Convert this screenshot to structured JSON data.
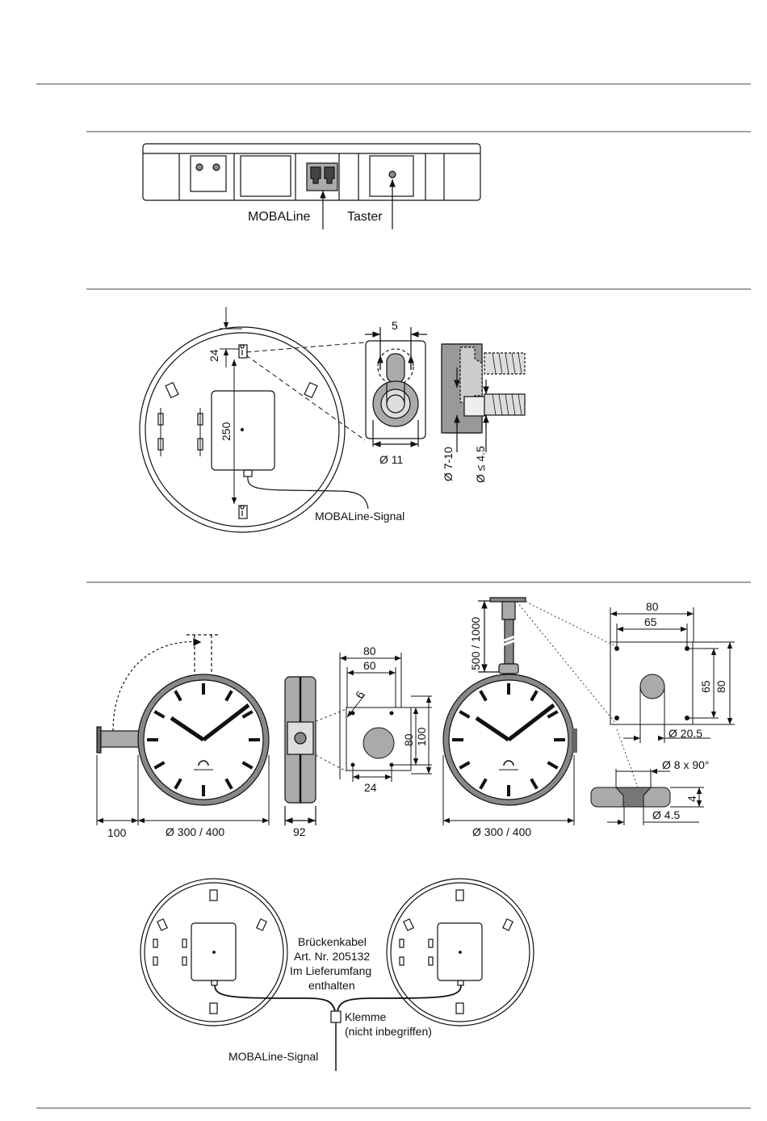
{
  "section1": {
    "label_mobaline": "MOBALine",
    "label_taster": "Taster"
  },
  "section2": {
    "dim_24": "24",
    "dim_250": "250",
    "dim_5": "5",
    "dim_d11": "Ø 11",
    "dim_d710": "Ø 7-10",
    "dim_d45": "Ø ≤ 4.5",
    "label_signal": "MOBALine-Signal"
  },
  "section3": {
    "dim_100": "100",
    "dim_d300_left": "Ø 300 / 400",
    "dim_92": "92",
    "plate_80": "80",
    "plate_60": "60",
    "plate_6": "6",
    "plate_80v": "80",
    "plate_100v": "100",
    "plate_24": "24",
    "dim_d300_right": "Ø 300 / 400",
    "dim_500": "500 / 1000",
    "flange_80": "80",
    "flange_65": "65",
    "flange_65v": "65",
    "flange_80v": "80",
    "flange_d205": "Ø 20.5",
    "cap_d8": "Ø 8 x 90°",
    "cap_4": "4",
    "cap_d45": "Ø 4.5"
  },
  "section4": {
    "cable_line1": "Brückenkabel",
    "cable_line2": "Art. Nr. 205132",
    "cable_line3": "Im Lieferumfang",
    "cable_line4": "enthalten",
    "clamp_line1": "Klemme",
    "clamp_line2": "(nicht inbegriffen)",
    "label_signal": "MOBALine-Signal"
  }
}
